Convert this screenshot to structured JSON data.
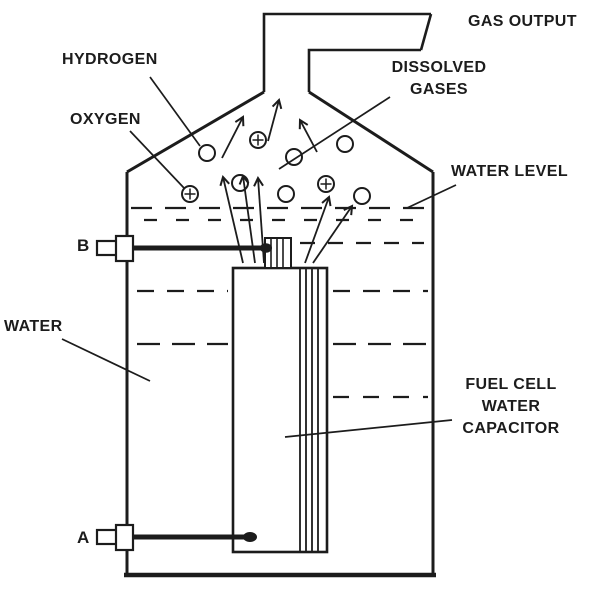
{
  "figure": {
    "kind": "fuel-cell-water-capacitor-diagram",
    "labels": {
      "gas_output": "GAS OUTPUT",
      "hydrogen": "HYDROGEN",
      "oxygen": "OXYGEN",
      "dissolved_gases": [
        "DISSOLVED",
        "GASES"
      ],
      "water_level": "WATER LEVEL",
      "water": "WATER",
      "fuel_cell_capacitor": [
        "FUEL CELL",
        "WATER",
        "CAPACITOR"
      ],
      "terminal_b": "B",
      "terminal_a": "A"
    },
    "colors": {
      "ink": "#1c1c1c",
      "paper": "#ffffff"
    }
  }
}
